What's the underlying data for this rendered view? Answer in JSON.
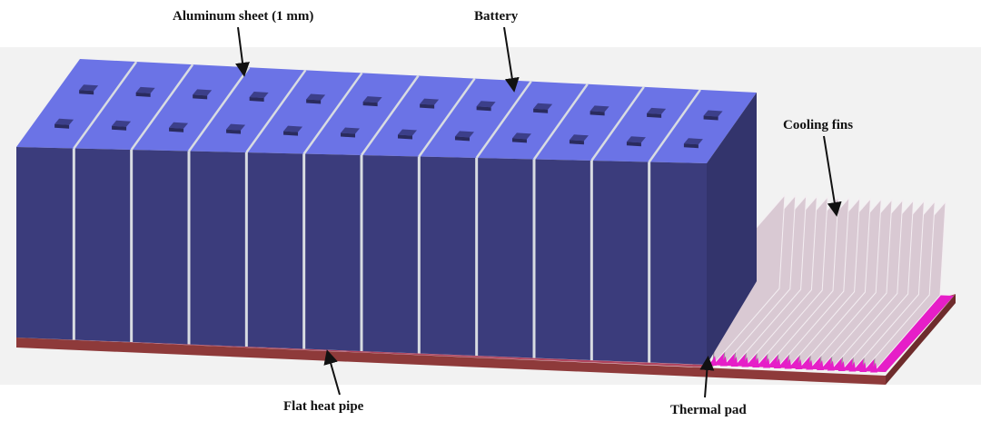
{
  "labels": {
    "aluminum_sheet": "Aluminum sheet (1 mm)",
    "battery": "Battery",
    "cooling_fins": "Cooling fins",
    "flat_heat_pipe": "Flat heat pipe",
    "thermal_pad": "Thermal pad"
  },
  "colors": {
    "battery_top": "#6b73e6",
    "battery_front": "#3b3c7c",
    "battery_side": "#33346c",
    "aluminum_sheet": "#d8dce2",
    "heat_pipe": "#8e3a3a",
    "thermal_pad": "#e61ec8",
    "fins": "#d9c9d3",
    "background": "#f2f2f2"
  },
  "battery": {
    "cell_count": 12
  },
  "fins": {
    "fin_count": 16
  }
}
